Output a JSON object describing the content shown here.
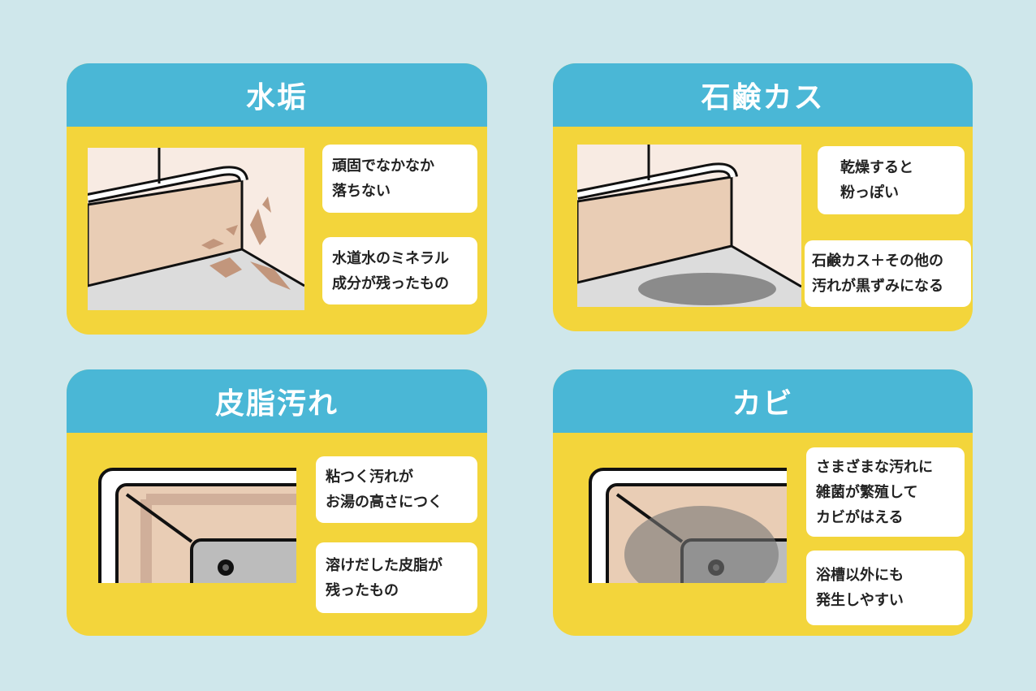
{
  "cards": [
    {
      "title": "水垢",
      "notes": [
        [
          "頑固でなかなか",
          "落ちない"
        ],
        [
          "水道水のミネラル",
          "成分が残ったもの"
        ]
      ]
    },
    {
      "title": "石鹸カス",
      "notes": [
        [
          "乾燥すると",
          "粉っぽい"
        ],
        [
          "石鹸カス＋その他の",
          "汚れが黒ずみになる"
        ]
      ]
    },
    {
      "title": "皮脂汚れ",
      "notes": [
        [
          "粘つく汚れが",
          "お湯の高さにつく"
        ],
        [
          "溶けだした皮脂が",
          "残ったもの"
        ]
      ]
    },
    {
      "title": "カビ",
      "notes": [
        [
          "さまざまな汚れに",
          "雑菌が繁殖して",
          "カビがはえる"
        ],
        [
          "浴槽以外にも",
          "発生しやすい"
        ]
      ]
    }
  ],
  "colors": {
    "background": "#cfe7eb",
    "header": "#4ab7d6",
    "body": "#f3d53b"
  }
}
